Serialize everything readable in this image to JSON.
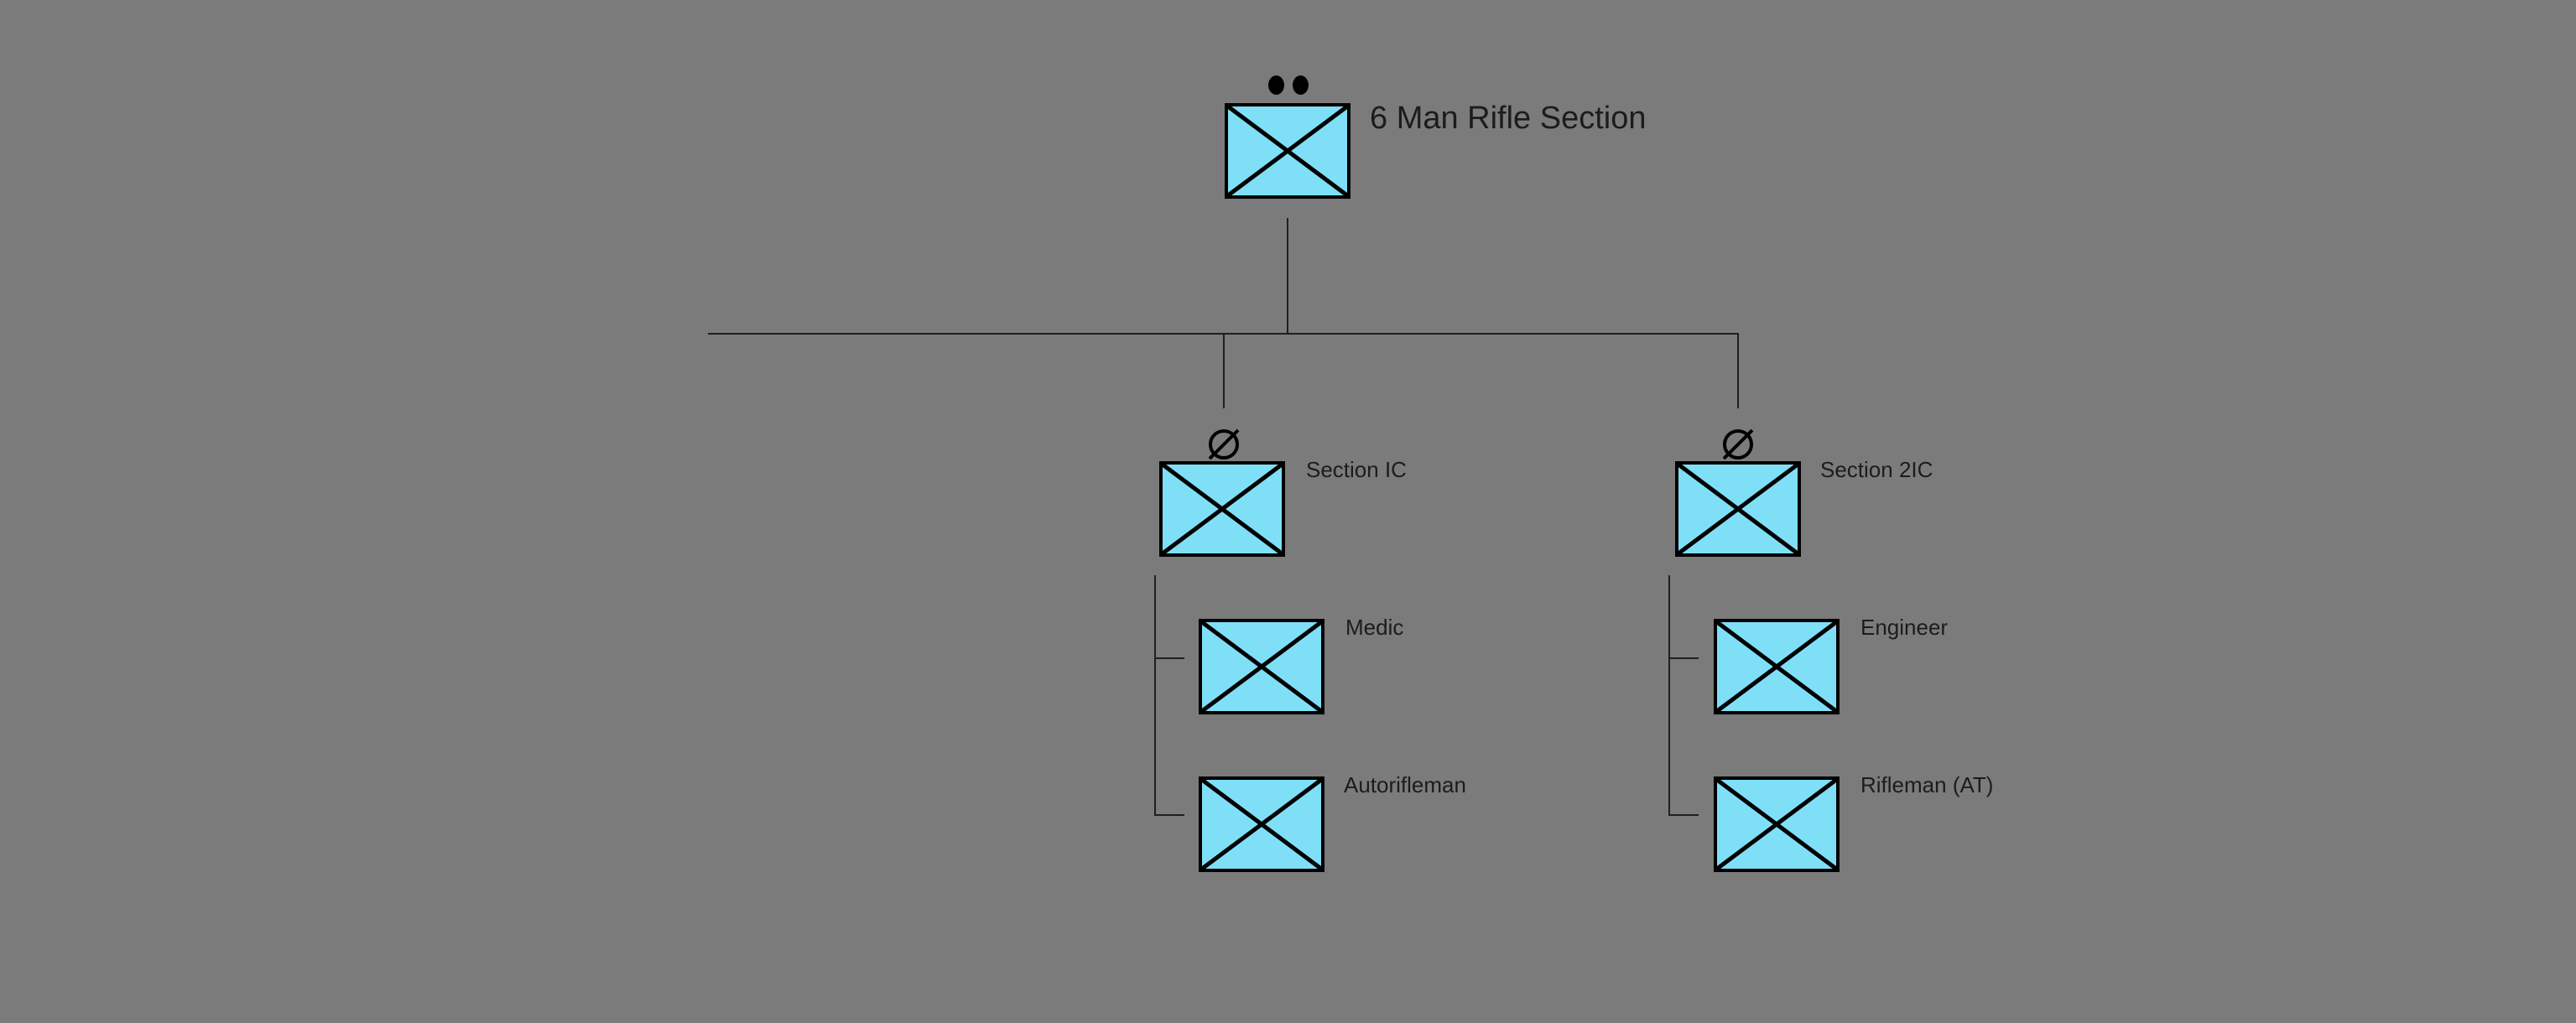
{
  "diagram": {
    "type": "org-chart",
    "background_color": "#7b7b7b",
    "unit_symbol": {
      "shape": "rectangle with diagonal cross (infantry)",
      "fill_color": "#7fdff7",
      "stroke_color": "#000000"
    },
    "connector_color": "#1f1f1f",
    "label_color": "#1c1c1c"
  },
  "icons": {
    "root_echelon": "two-dots-echelon",
    "leader_echelon": "slashed-circle-echelon"
  },
  "nodes": {
    "root": {
      "label": "6 Man Rifle Section",
      "echelon": "two dots"
    },
    "section_ic": {
      "label": "Section IC",
      "echelon": "slashed circle"
    },
    "section_2ic": {
      "label": "Section 2IC",
      "echelon": "slashed circle"
    },
    "medic": {
      "label": "Medic"
    },
    "autorifleman": {
      "label": "Autorifleman"
    },
    "engineer": {
      "label": "Engineer"
    },
    "rifleman_at": {
      "label": "Rifleman (AT)"
    }
  },
  "hierarchy": {
    "root_children": [
      "section_ic",
      "section_2ic"
    ],
    "section_ic_children": [
      "medic",
      "autorifleman"
    ],
    "section_2ic_children": [
      "engineer",
      "rifleman_at"
    ]
  }
}
